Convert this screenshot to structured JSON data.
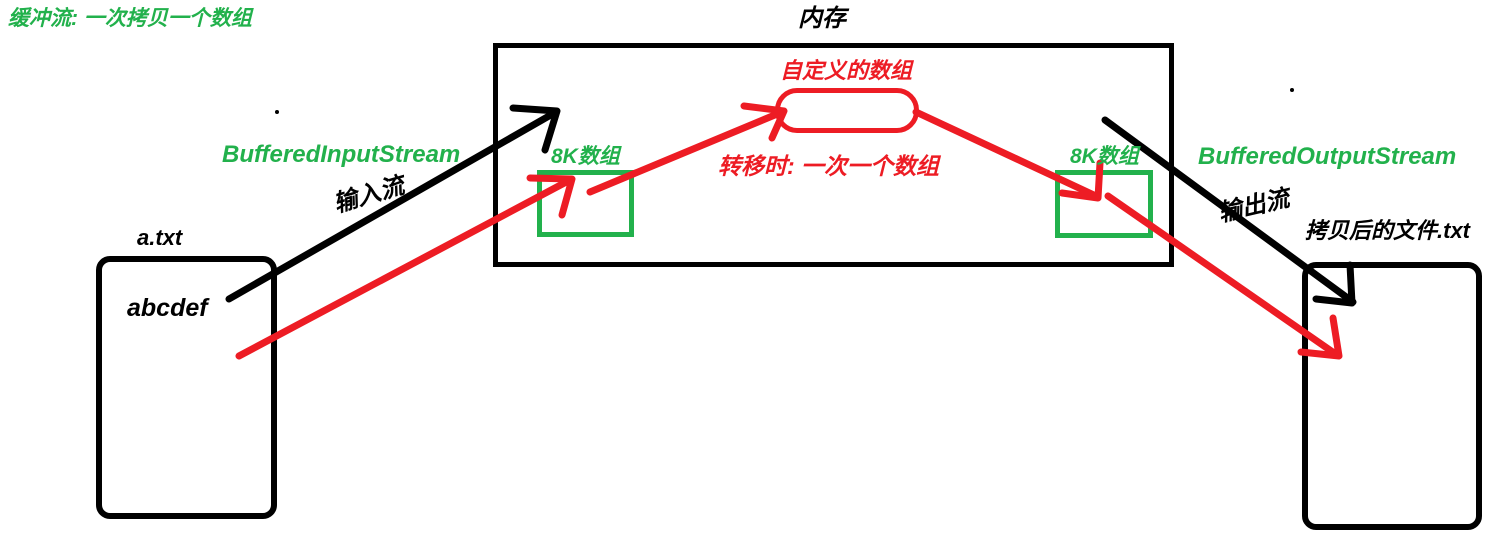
{
  "diagram": {
    "title": "缓冲流: 一次拷贝一个数组",
    "memory_title": "内存",
    "source_file": {
      "name": "a.txt",
      "content": "abcdef"
    },
    "dest_file": {
      "name": "拷贝后的文件.txt",
      "content": ""
    },
    "input_stream": {
      "class_label": "BufferedInputStream",
      "flow_label": "输入流"
    },
    "output_stream": {
      "class_label": "BufferedOutputStream",
      "flow_label": "输出流"
    },
    "left_buffer": {
      "label": "8K数组"
    },
    "right_buffer": {
      "label": "8K数组"
    },
    "custom_array": {
      "label": "自定义的数组"
    },
    "transfer_note": "转移时: 一次一个数组",
    "colors": {
      "green": "#22b14c",
      "red": "#ed1c24",
      "black": "#000000",
      "background": "#ffffff"
    }
  }
}
